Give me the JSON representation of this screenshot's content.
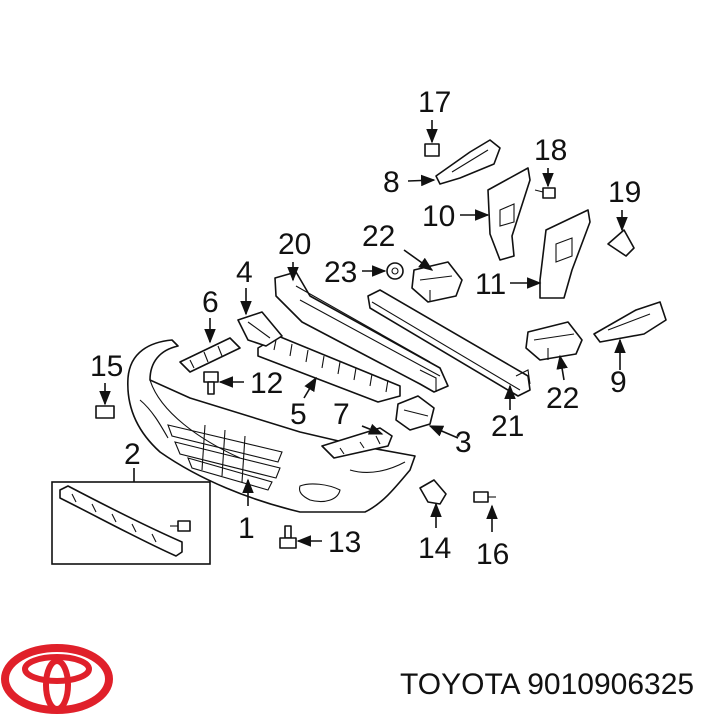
{
  "colors": {
    "ink": "#111111",
    "brand": "#e0202a"
  },
  "icon": "toyota-logo-icon",
  "footer_text": "TOYOTA 9010906325",
  "callouts": {
    "c1": "1",
    "c2": "2",
    "c3": "3",
    "c4": "4",
    "c5": "5",
    "c6": "6",
    "c7": "7",
    "c8": "8",
    "c9": "9",
    "c10": "10",
    "c11": "11",
    "c12": "12",
    "c13": "13",
    "c14": "14",
    "c15": "15",
    "c16": "16",
    "c17": "17",
    "c18": "18",
    "c19": "19",
    "c20": "20",
    "c21": "21",
    "c22a": "22",
    "c22b": "22",
    "c23": "23"
  }
}
